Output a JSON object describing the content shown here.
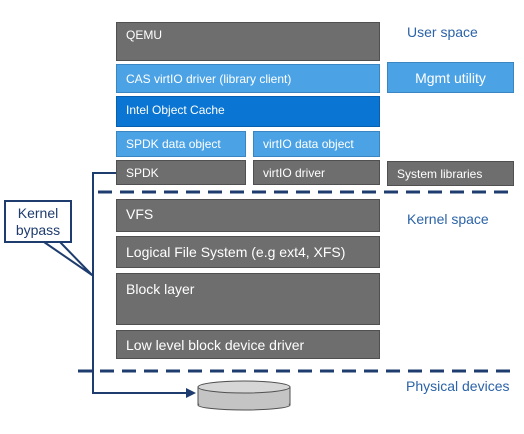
{
  "user_space": {
    "label": "User space",
    "qemu": "QEMU",
    "cas_driver": "CAS virtIO driver (library client)",
    "mgmt_utility": "Mgmt utility",
    "object_cache": "Intel Object Cache",
    "spdk_data_object": "SPDK data object",
    "virtio_data_object": "virtIO data object",
    "spdk": "SPDK",
    "virtio_driver": "virtIO driver",
    "system_libraries": "System libraries"
  },
  "kernel_space": {
    "label": "Kernel space",
    "vfs": "VFS",
    "logical_fs": "Logical File System (e.g ext4, XFS)",
    "block_layer": "Block layer",
    "block_driver": "Low level block device driver"
  },
  "physical": {
    "label": "Physical devices"
  },
  "callout": {
    "line1": "Kernel",
    "line2": "bypass"
  },
  "colors": {
    "gray": "#6e6e6e",
    "light_blue": "#4ba3e6",
    "dark_blue": "#0a75d2",
    "navy": "#1e3c6e",
    "label_blue": "#2b63a8"
  }
}
